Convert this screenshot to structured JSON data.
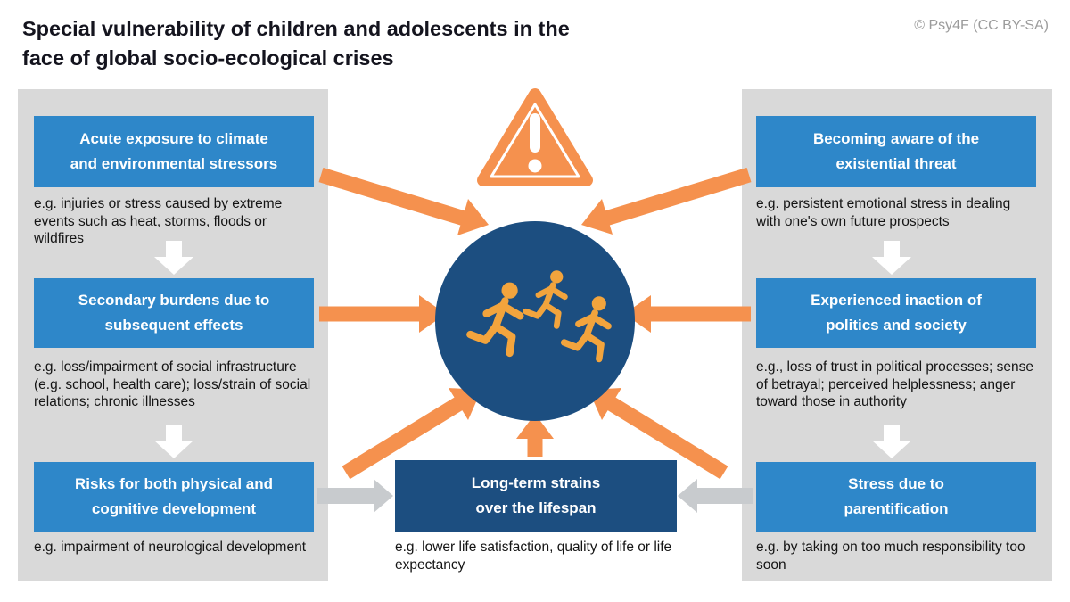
{
  "header": {
    "title_lines": [
      "Special vulnerability of children and adolescents in the",
      "face of global socio-ecological crises"
    ],
    "attribution": "© Psy4F (CC BY-SA)"
  },
  "left_column": {
    "items": [
      {
        "lines": [
          "Acute exposure to climate",
          "and environmental stressors"
        ],
        "caption": "e.g. injuries or stress caused by extreme events such as heat, storms, floods or wildfires"
      },
      {
        "lines": [
          "Secondary burdens due to",
          "subsequent effects"
        ],
        "caption": "e.g. loss/impairment of social infrastructure (e.g. school, health care); loss/strain of social relations; chronic illnesses"
      },
      {
        "lines": [
          "Risks for both physical and",
          "cognitive development"
        ],
        "caption": "e.g. impairment of neurological development"
      }
    ]
  },
  "right_column": {
    "items": [
      {
        "lines": [
          "Becoming aware of the",
          "existential threat"
        ],
        "caption": "e.g. persistent emotional stress in dealing with one's own future prospects"
      },
      {
        "lines": [
          "Experienced inaction of",
          "politics and society"
        ],
        "caption": "e.g., loss of trust in political processes; sense of betrayal; perceived helplessness; anger toward those in authority"
      },
      {
        "lines": [
          "Stress due to",
          "parentification"
        ],
        "caption": "e.g. by taking on too much responsibility too soon"
      }
    ]
  },
  "bottom_box": {
    "lines": [
      "Long-term strains",
      "over the lifespan"
    ],
    "caption": "e.g. lower life satisfaction, quality of life or life expectancy"
  },
  "icons": {
    "warning": "warning-triangle-icon",
    "center": "running-children-icon"
  },
  "colors": {
    "accent_orange": "#f5914e",
    "runner_orange": "#f2a43d",
    "box_blue": "#2e87c9",
    "navy": "#1c4e80",
    "panel_gray": "#d9d9d9",
    "arrow_gray": "#c8cbce"
  }
}
